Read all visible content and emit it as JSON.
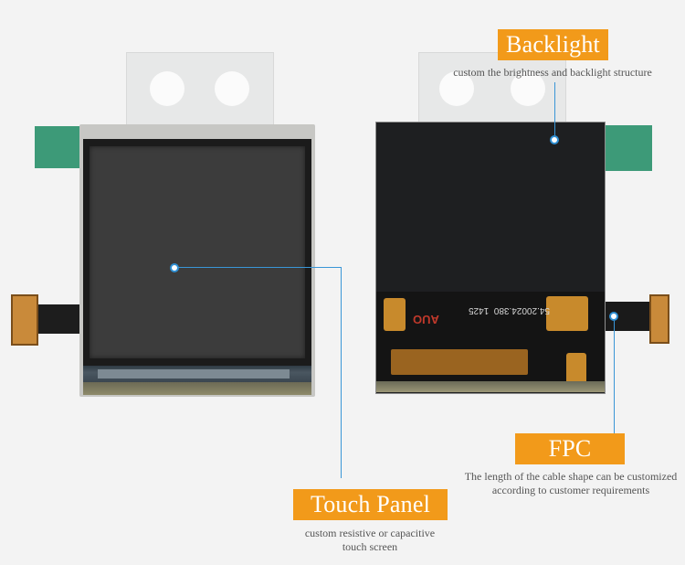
{
  "callouts": {
    "backlight": {
      "title": "Backlight",
      "description": "custom the brightness and backlight structure"
    },
    "touch_panel": {
      "title": "Touch Panel",
      "description_line1": "custom resistive or capacitive",
      "description_line2": "touch screen"
    },
    "fpc": {
      "title": "FPC",
      "description_line1": "The length of the cable shape can be customized",
      "description_line2": "according to customer requirements"
    }
  },
  "module_back_print": {
    "part_number": "54.20024.380",
    "code": "1425",
    "brand": "AUO"
  },
  "colors": {
    "accent": "#f29a1a",
    "callout_line": "#3a96d6",
    "background": "#f3f3f3"
  }
}
